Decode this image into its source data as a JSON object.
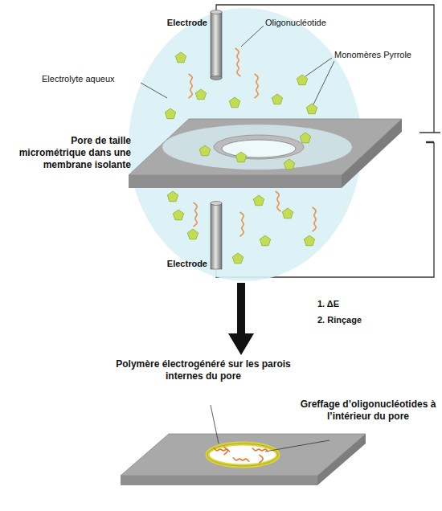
{
  "diagram": {
    "labels": [
      "Electrode",
      "Oligonucléotide",
      "Electrolyte aqueux",
      "Monomères Pyrrole",
      "Pore de taille micrométrique dans une membrane isolante",
      "Electrode",
      "1. ΔE",
      "2. Rinçage",
      "Polymère électrogénéré sur les parois internes du pore",
      "Greffage d’oligonucléotides à l’intérieur du pore"
    ]
  }
}
